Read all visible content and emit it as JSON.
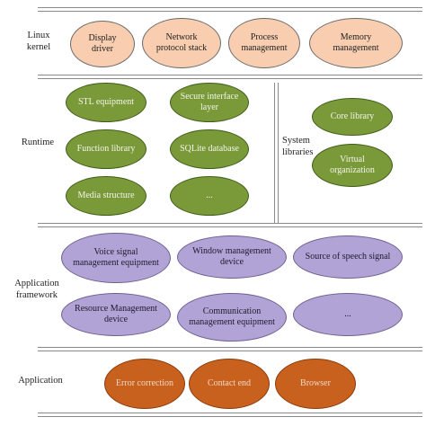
{
  "colors": {
    "kernel": "#f8cdb0",
    "runtime": "#7a9a3a",
    "framework": "#b1a3d6",
    "application": "#c8601e",
    "separator": "#8a8a8a"
  },
  "layers": {
    "kernel": {
      "label": "Linux kernel",
      "nodes": [
        "Display driver",
        "Network protocol stack",
        "Process management",
        "Memory management"
      ]
    },
    "runtime": {
      "label": "Runtime",
      "nodes": [
        "STL equipment",
        "Secure interface layer",
        "Function library",
        "SQLite database",
        "Media structure",
        "..."
      ]
    },
    "system_libraries": {
      "label": "System libraries",
      "nodes": [
        "Core library",
        "Virtual organization"
      ]
    },
    "framework": {
      "label": "Application framework",
      "nodes": [
        "Voice signal management equipment",
        "Window management device",
        "Source of speech signal",
        "Resource Management device",
        "Communication management equipment",
        "..."
      ]
    },
    "application": {
      "label": "Application",
      "nodes": [
        "Error correction",
        "Contact end",
        "Browser"
      ]
    }
  }
}
